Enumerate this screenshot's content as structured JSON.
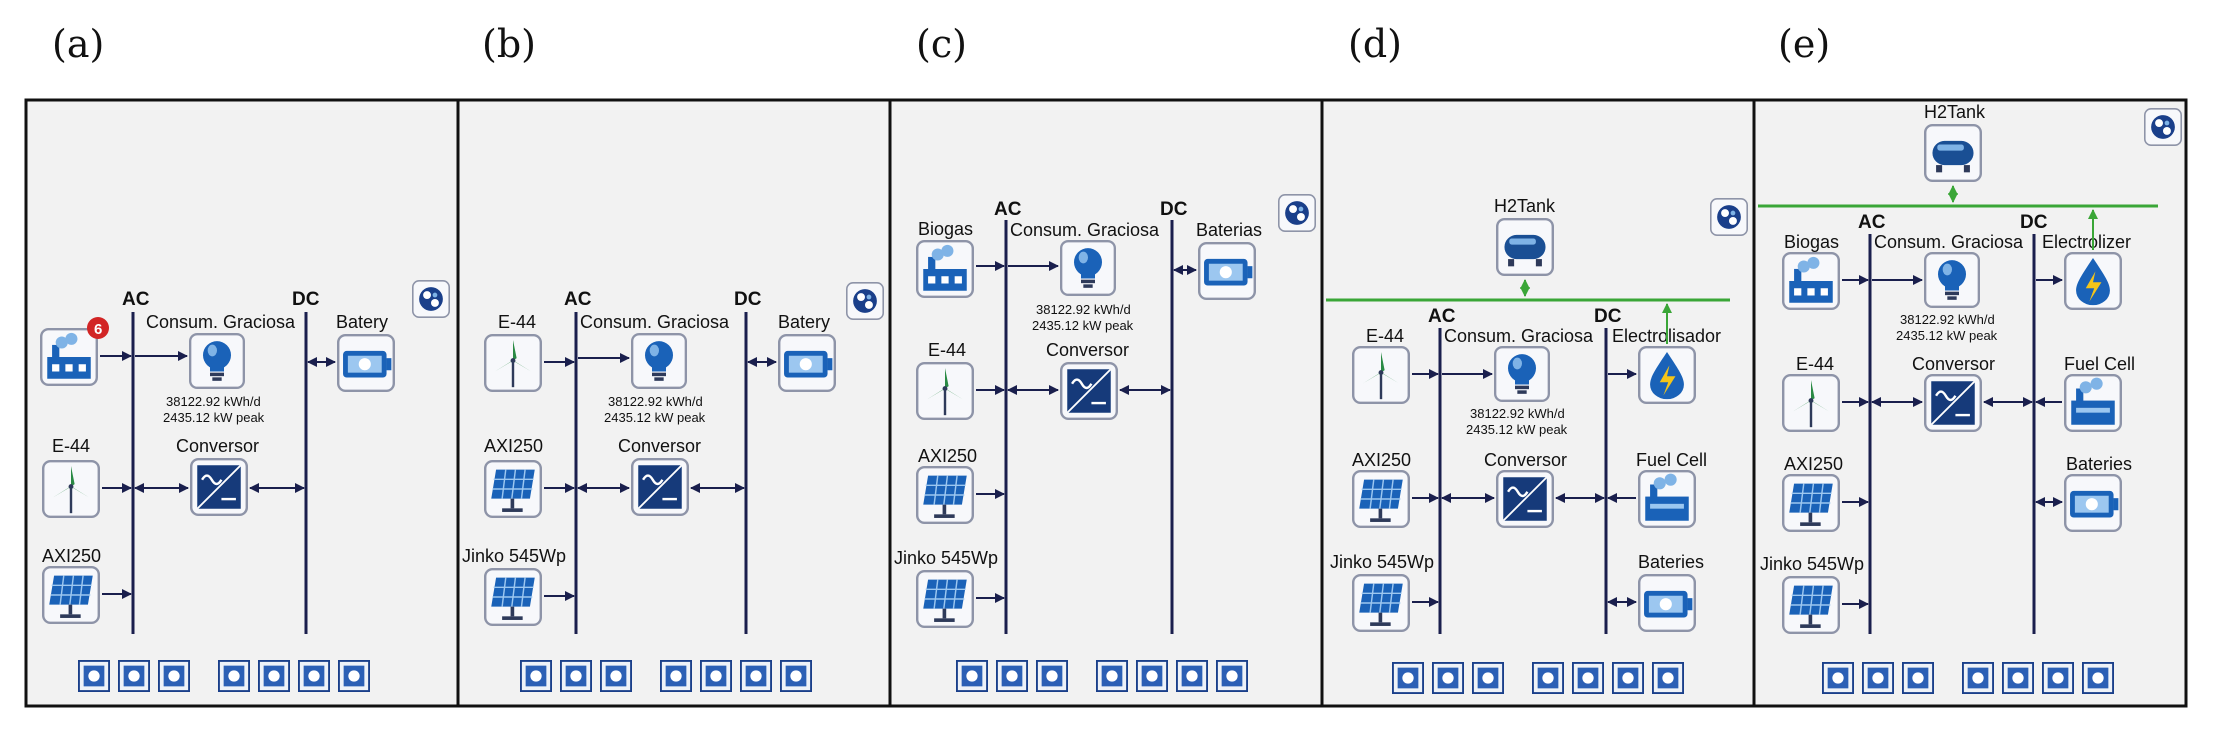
{
  "panels": [
    {
      "label": "(a)",
      "bus_ac": "AC",
      "bus_dc": "DC",
      "load": {
        "name": "Consum. Graciosa",
        "energy": "38122.92 kWh/d",
        "peak": "2435.12 kW peak"
      },
      "converter": "Conversor",
      "battery": "Batery",
      "gen_badge": "6",
      "components": [
        "E-44",
        "AXI250"
      ]
    },
    {
      "label": "(b)",
      "bus_ac": "AC",
      "bus_dc": "DC",
      "load": {
        "name": "Consum. Graciosa",
        "energy": "38122.92 kWh/d",
        "peak": "2435.12 kW peak"
      },
      "converter": "Conversor",
      "battery": "Batery",
      "components": [
        "E-44",
        "AXI250",
        "Jinko 545Wp"
      ]
    },
    {
      "label": "(c)",
      "bus_ac": "AC",
      "bus_dc": "DC",
      "load": {
        "name": "Consum. Graciosa",
        "energy": "38122.92 kWh/d",
        "peak": "2435.12 kW peak"
      },
      "converter": "Conversor",
      "battery": "Baterias",
      "components": [
        "Biogas",
        "E-44",
        "AXI250",
        "Jinko 545Wp"
      ]
    },
    {
      "label": "(d)",
      "bus_ac": "AC",
      "bus_dc": "DC",
      "load": {
        "name": "Consum. Graciosa",
        "energy": "38122.92 kWh/d",
        "peak": "2435.12 kW peak"
      },
      "converter": "Conversor",
      "h2tank": "H2Tank",
      "electrolyzer": "Electrolisador",
      "fuelcell": "Fuel Cell",
      "battery": "Bateries",
      "components": [
        "E-44",
        "AXI250",
        "Jinko 545Wp"
      ]
    },
    {
      "label": "(e)",
      "bus_ac": "AC",
      "bus_dc": "DC",
      "load": {
        "name": "Consum. Graciosa",
        "energy": "38122.92 kWh/d",
        "peak": "2435.12 kW peak"
      },
      "converter": "Conversor",
      "h2tank": "H2Tank",
      "electrolyzer": "Electrolizer",
      "fuelcell": "Fuel Cell",
      "battery": "Bateries",
      "components": [
        "Biogas",
        "E-44",
        "AXI250",
        "Jinko 545Wp"
      ]
    }
  ],
  "colors": {
    "bus": "#1a1f4d",
    "h2bus": "#3aa637",
    "icon_fill": "#1a62b8",
    "panel_bg": "#f2f2f2",
    "badge": "#d22525"
  },
  "icons": [
    "generator-icon",
    "wind-turbine-icon",
    "solar-panel-icon",
    "light-bulb-icon",
    "converter-icon",
    "battery-icon",
    "h2tank-icon",
    "electrolyzer-icon",
    "fuel-cell-icon",
    "settings-icon"
  ]
}
